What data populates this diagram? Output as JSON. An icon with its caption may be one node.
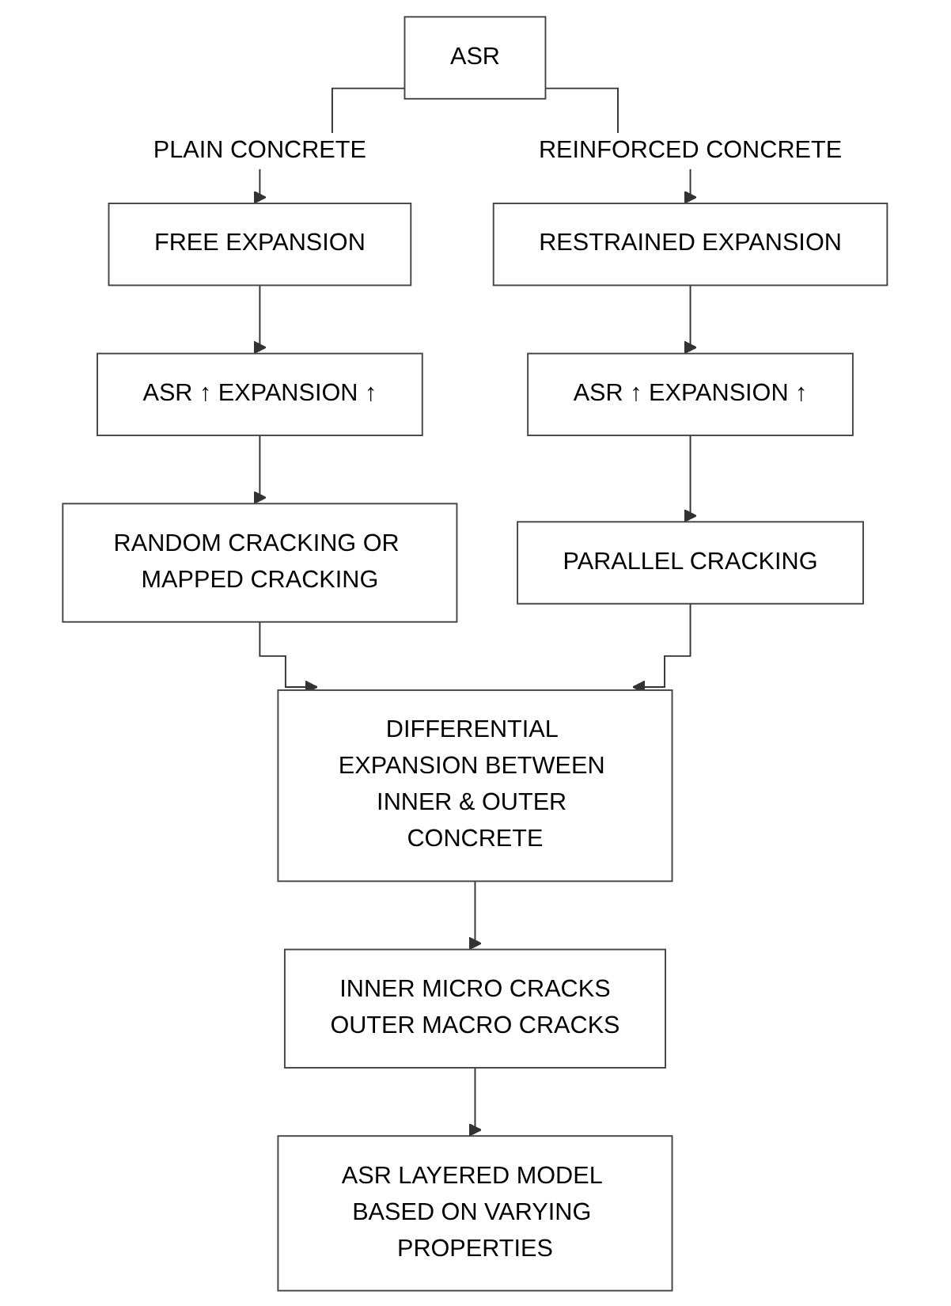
{
  "diagram": {
    "nodes": [
      {
        "text": [
          "ASR"
        ]
      },
      {
        "text": [
          "FREE EXPANSION"
        ]
      },
      {
        "text": [
          "RESTRAINED EXPANSION"
        ]
      },
      {
        "text": [
          "ASR ↑ EXPANSION ↑"
        ]
      },
      {
        "text": [
          "ASR ↑ EXPANSION ↑"
        ]
      },
      {
        "text": [
          "RANDOM CRACKING OR MAPPED CRACKING"
        ]
      },
      {
        "text": [
          "PARALLEL CRACKING"
        ]
      },
      {
        "text": [
          "DIFFERENTIAL EXPANSION BETWEEN INNER & OUTER CONCRETE"
        ]
      },
      {
        "text": [
          "INNER MICRO CRACKS",
          "OUTER MACRO CRACKS"
        ]
      },
      {
        "text": [
          "ASR LAYERED MODEL BASED ON VARYING PROPERTIES"
        ]
      }
    ],
    "edges": [
      {
        "from": 0,
        "to": 1,
        "arrow": "to",
        "label": "PLAIN CONCRETE"
      },
      {
        "from": 0,
        "to": 2,
        "arrow": "to",
        "label": "REINFORCED CONCRETE"
      },
      {
        "from": 1,
        "to": 3,
        "arrow": "to"
      },
      {
        "from": 2,
        "to": 4,
        "arrow": "to"
      },
      {
        "from": 3,
        "to": 5,
        "arrow": "to"
      },
      {
        "from": 4,
        "to": 6,
        "arrow": "to"
      },
      {
        "from": 5,
        "to": 7,
        "arrow": "to"
      },
      {
        "from": 6,
        "to": 7,
        "arrow": "to"
      },
      {
        "from": 7,
        "to": 8,
        "arrow": "to"
      },
      {
        "from": 8,
        "to": 9,
        "arrow": "to"
      }
    ]
  }
}
